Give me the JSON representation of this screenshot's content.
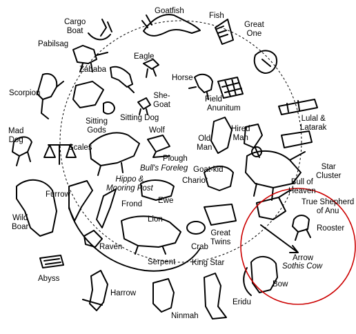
{
  "colors": {
    "ink": "#000000",
    "highlight_circle": "#cc0000",
    "background": "#ffffff"
  },
  "labels": {
    "goatfish": "Goatfish",
    "fish": "Fish",
    "great_one": "Great\nOne",
    "cargo_boat": "Cargo\nBoat",
    "pabilsag": "Pabilsag",
    "eagle": "Eagle",
    "zababa": "Zababa",
    "horse": "Horse",
    "scorpion": "Scorpion",
    "she_goat": "She-\nGoat",
    "sitting_dog": "Sitting Dog",
    "field": "Field",
    "anunitum": "Anunitum",
    "sitting_gods": "Sitting\nGods",
    "lulal_latarak": "Lulal &\nLatarak",
    "mad_dog": "Mad\nDog",
    "wolf": "Wolf",
    "old_man": "Old\nMan",
    "hired_man": "Hired\nMan",
    "scales": "Scales",
    "plough": "Plough",
    "bulls_foreleg": "Bull's Foreleg",
    "goat_kid": "Goat-kid",
    "star_cluster": "Star\nCluster",
    "hippo": "Hippo &\nMooring Post",
    "chariot": "Chariot",
    "bull_of_heaven": "Bull of\nHeaven",
    "furrow": "Furrow",
    "frond": "Frond",
    "ewe": "Ewe",
    "true_shepherd": "True Shepherd\nof Anu",
    "wild_boar": "Wild\nBoar",
    "lion": "Lion",
    "rooster": "Rooster",
    "great_twins": "Great\nTwins",
    "raven": "Raven",
    "crab": "Crab",
    "arrow": "Arrow",
    "sothis_cow": "Sothis Cow",
    "abyss": "Abyss",
    "serpent": "Serpent",
    "king_star": "King Star",
    "bow": "Bow",
    "harrow": "Harrow",
    "eridu": "Eridu",
    "ninmah": "Ninmah"
  }
}
